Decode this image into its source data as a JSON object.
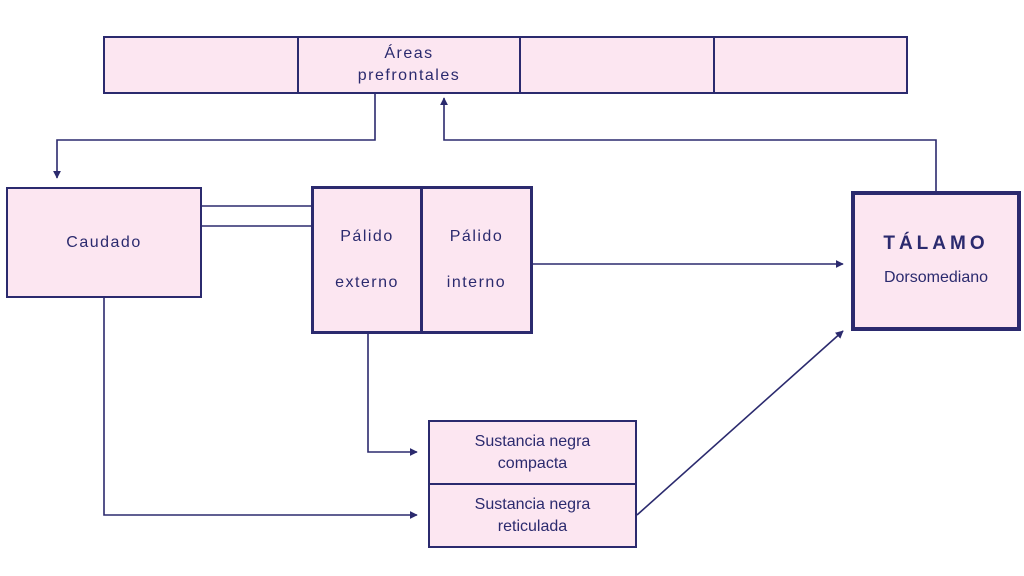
{
  "nodes": {
    "areas": {
      "line1": "Áreas",
      "line2": "prefrontales"
    },
    "caudado": {
      "label": "Caudado"
    },
    "palido_externo": {
      "line1": "Pálido",
      "line2": "externo"
    },
    "palido_interno": {
      "line1": "Pálido",
      "line2": "interno"
    },
    "talamo": {
      "title": "TÁLAMO",
      "subtitle": "Dorsomediano"
    },
    "sustancia_compacta": {
      "line1": "Sustancia negra",
      "line2": "compacta"
    },
    "sustancia_reticulada": {
      "line1": "Sustancia negra",
      "line2": "reticulada"
    }
  },
  "colors": {
    "stroke": "#2b2a6e",
    "fill": "#fce6f1"
  }
}
